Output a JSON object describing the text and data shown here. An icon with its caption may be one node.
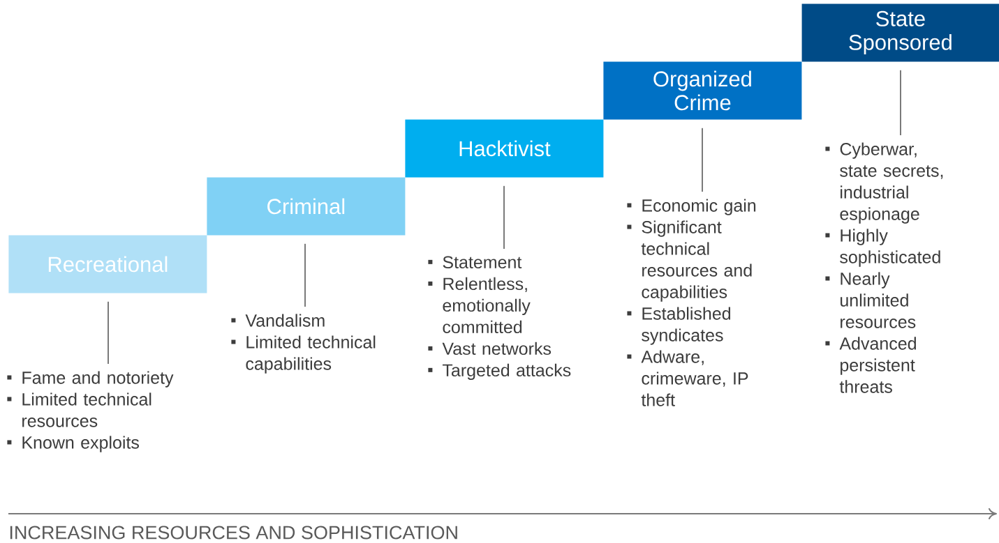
{
  "diagram": {
    "nodes": [
      {
        "text": [
          "Recreational"
        ]
      },
      {
        "text": [
          "Fame and notoriety",
          "Limited technical resources",
          "Known exploits"
        ]
      },
      {
        "text": [
          "Criminal"
        ]
      },
      {
        "text": [
          "Vandalism",
          "Limited technical capabilities"
        ]
      },
      {
        "text": [
          "Hacktivist"
        ]
      },
      {
        "text": [
          "Statement",
          "Relentless, emotionally committed",
          "Vast networks",
          "Targeted attacks"
        ]
      },
      {
        "text": [
          "Organized Crime"
        ]
      },
      {
        "text": [
          "Economic gain",
          "Significant technical resources and capabilities",
          "Established syndicates",
          "Adware, crimeware, IP theft"
        ]
      },
      {
        "text": [
          "State Sponsored"
        ]
      },
      {
        "text": [
          "Cyberwar, state secrets, industrial espionage",
          "Highly sophisticated",
          "Nearly unlimited resources",
          "Advanced persistent threats"
        ]
      }
    ],
    "edges": [
      {
        "from": 0,
        "to": 1,
        "arrow": "none"
      },
      {
        "from": 2,
        "to": 3,
        "arrow": "none"
      },
      {
        "from": 4,
        "to": 5,
        "arrow": "none"
      },
      {
        "from": 6,
        "to": 7,
        "arrow": "none"
      },
      {
        "from": 8,
        "to": 9,
        "arrow": "none"
      }
    ],
    "labels": [
      "INCREASING RESOURCES AND SOPHISTICATION"
    ]
  }
}
